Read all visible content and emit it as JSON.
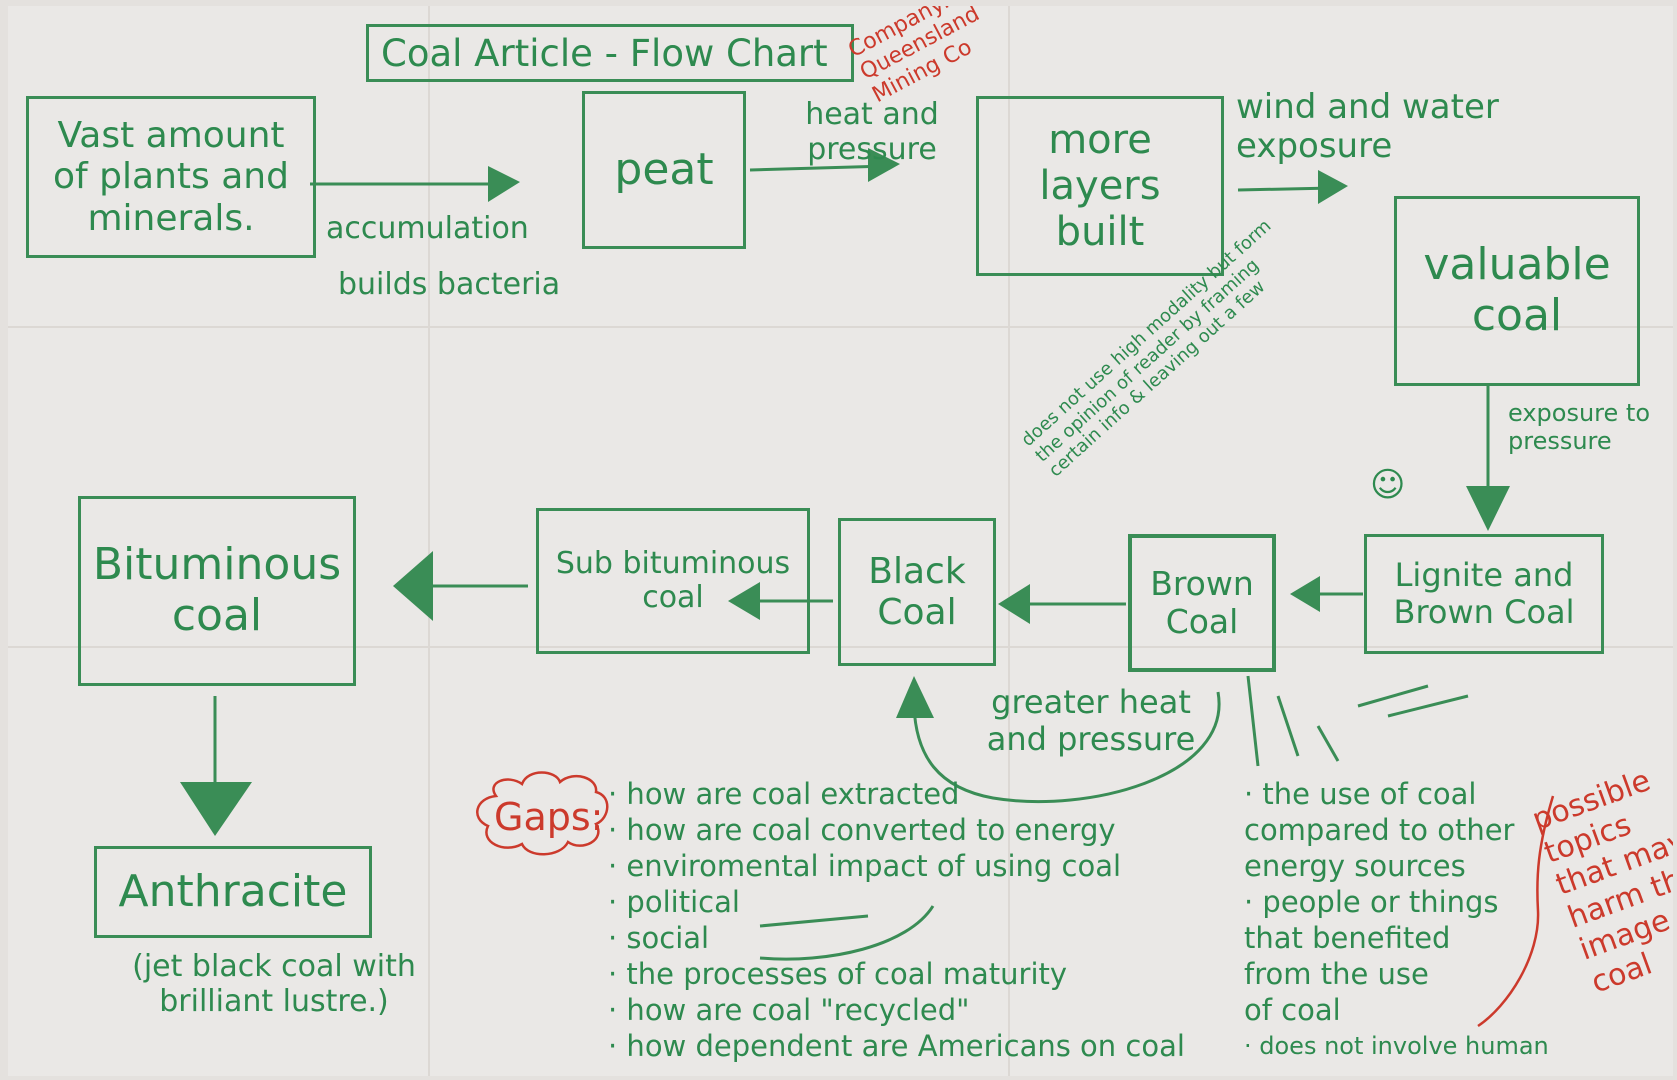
{
  "title": "Coal Article - Flow Chart",
  "company_note": "Company: Queensland Mining Co",
  "colors": {
    "ink_green": "#2e8a4f",
    "ink_red": "#cc3a2c",
    "ink_faded": "#9c6a6a",
    "paper": "#eae8e6"
  },
  "flow": {
    "plants": "Vast amount of plants and minerals.",
    "peat": "peat",
    "layers": "more layers built",
    "valuable": "valuable coal",
    "lignite": "Lignite and Brown Coal",
    "brown": "Brown Coal",
    "black": "Black Coal",
    "subbit": "Sub bituminous coal",
    "bit": "Bituminous coal",
    "anthracite": "Anthracite",
    "anthracite_desc": "(jet black coal with brilliant lustre.)"
  },
  "edge_labels": {
    "accumulation": "accumulation",
    "bacteria": "builds bacteria",
    "heat_pressure": "heat and pressure",
    "wind_water": "wind and water exposure",
    "exposure": "exposure to pressure",
    "greater": "greater heat and pressure"
  },
  "side_note": "does not use high modality but form the opinion of reader by framing certain info & leaving out a few",
  "smiley": "☺",
  "gaps_label": "Gaps:",
  "gaps_left": [
    "· how are coal extracted",
    "· how are coal converted to energy",
    "· enviromental impact of using coal",
    "· political",
    "· social",
    "· the processes of coal maturity",
    "· how are coal \"recycled\"",
    "· how dependent are Americans on coal"
  ],
  "gaps_right": [
    "· the use of coal",
    "compared to other",
    "energy sources",
    "· people or things",
    "that benefited",
    "from the use",
    "of coal",
    "· does not involve human"
  ],
  "possible_note": "possible topics that may harm the image of coal"
}
